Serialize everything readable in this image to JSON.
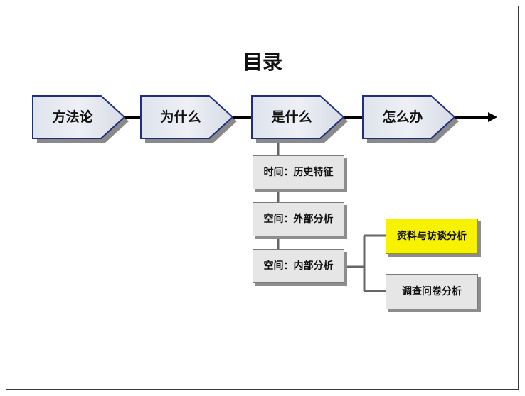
{
  "title": "目录",
  "steps": [
    {
      "label": "方法论"
    },
    {
      "label": "为什么"
    },
    {
      "label": "是什么"
    },
    {
      "label": "怎么办"
    }
  ],
  "sub_items": [
    {
      "label": "时间：历史特征"
    },
    {
      "label": "空间：外部分析"
    },
    {
      "label": "空间：内部分析"
    }
  ],
  "branches": [
    {
      "label": "资料与访谈分析",
      "highlight": true
    },
    {
      "label": "调查问卷分析",
      "highlight": false
    }
  ],
  "colors": {
    "arrow_border": "#1f2f7a",
    "highlight": "#f6f200",
    "box_fill": "#e6e6e6"
  }
}
